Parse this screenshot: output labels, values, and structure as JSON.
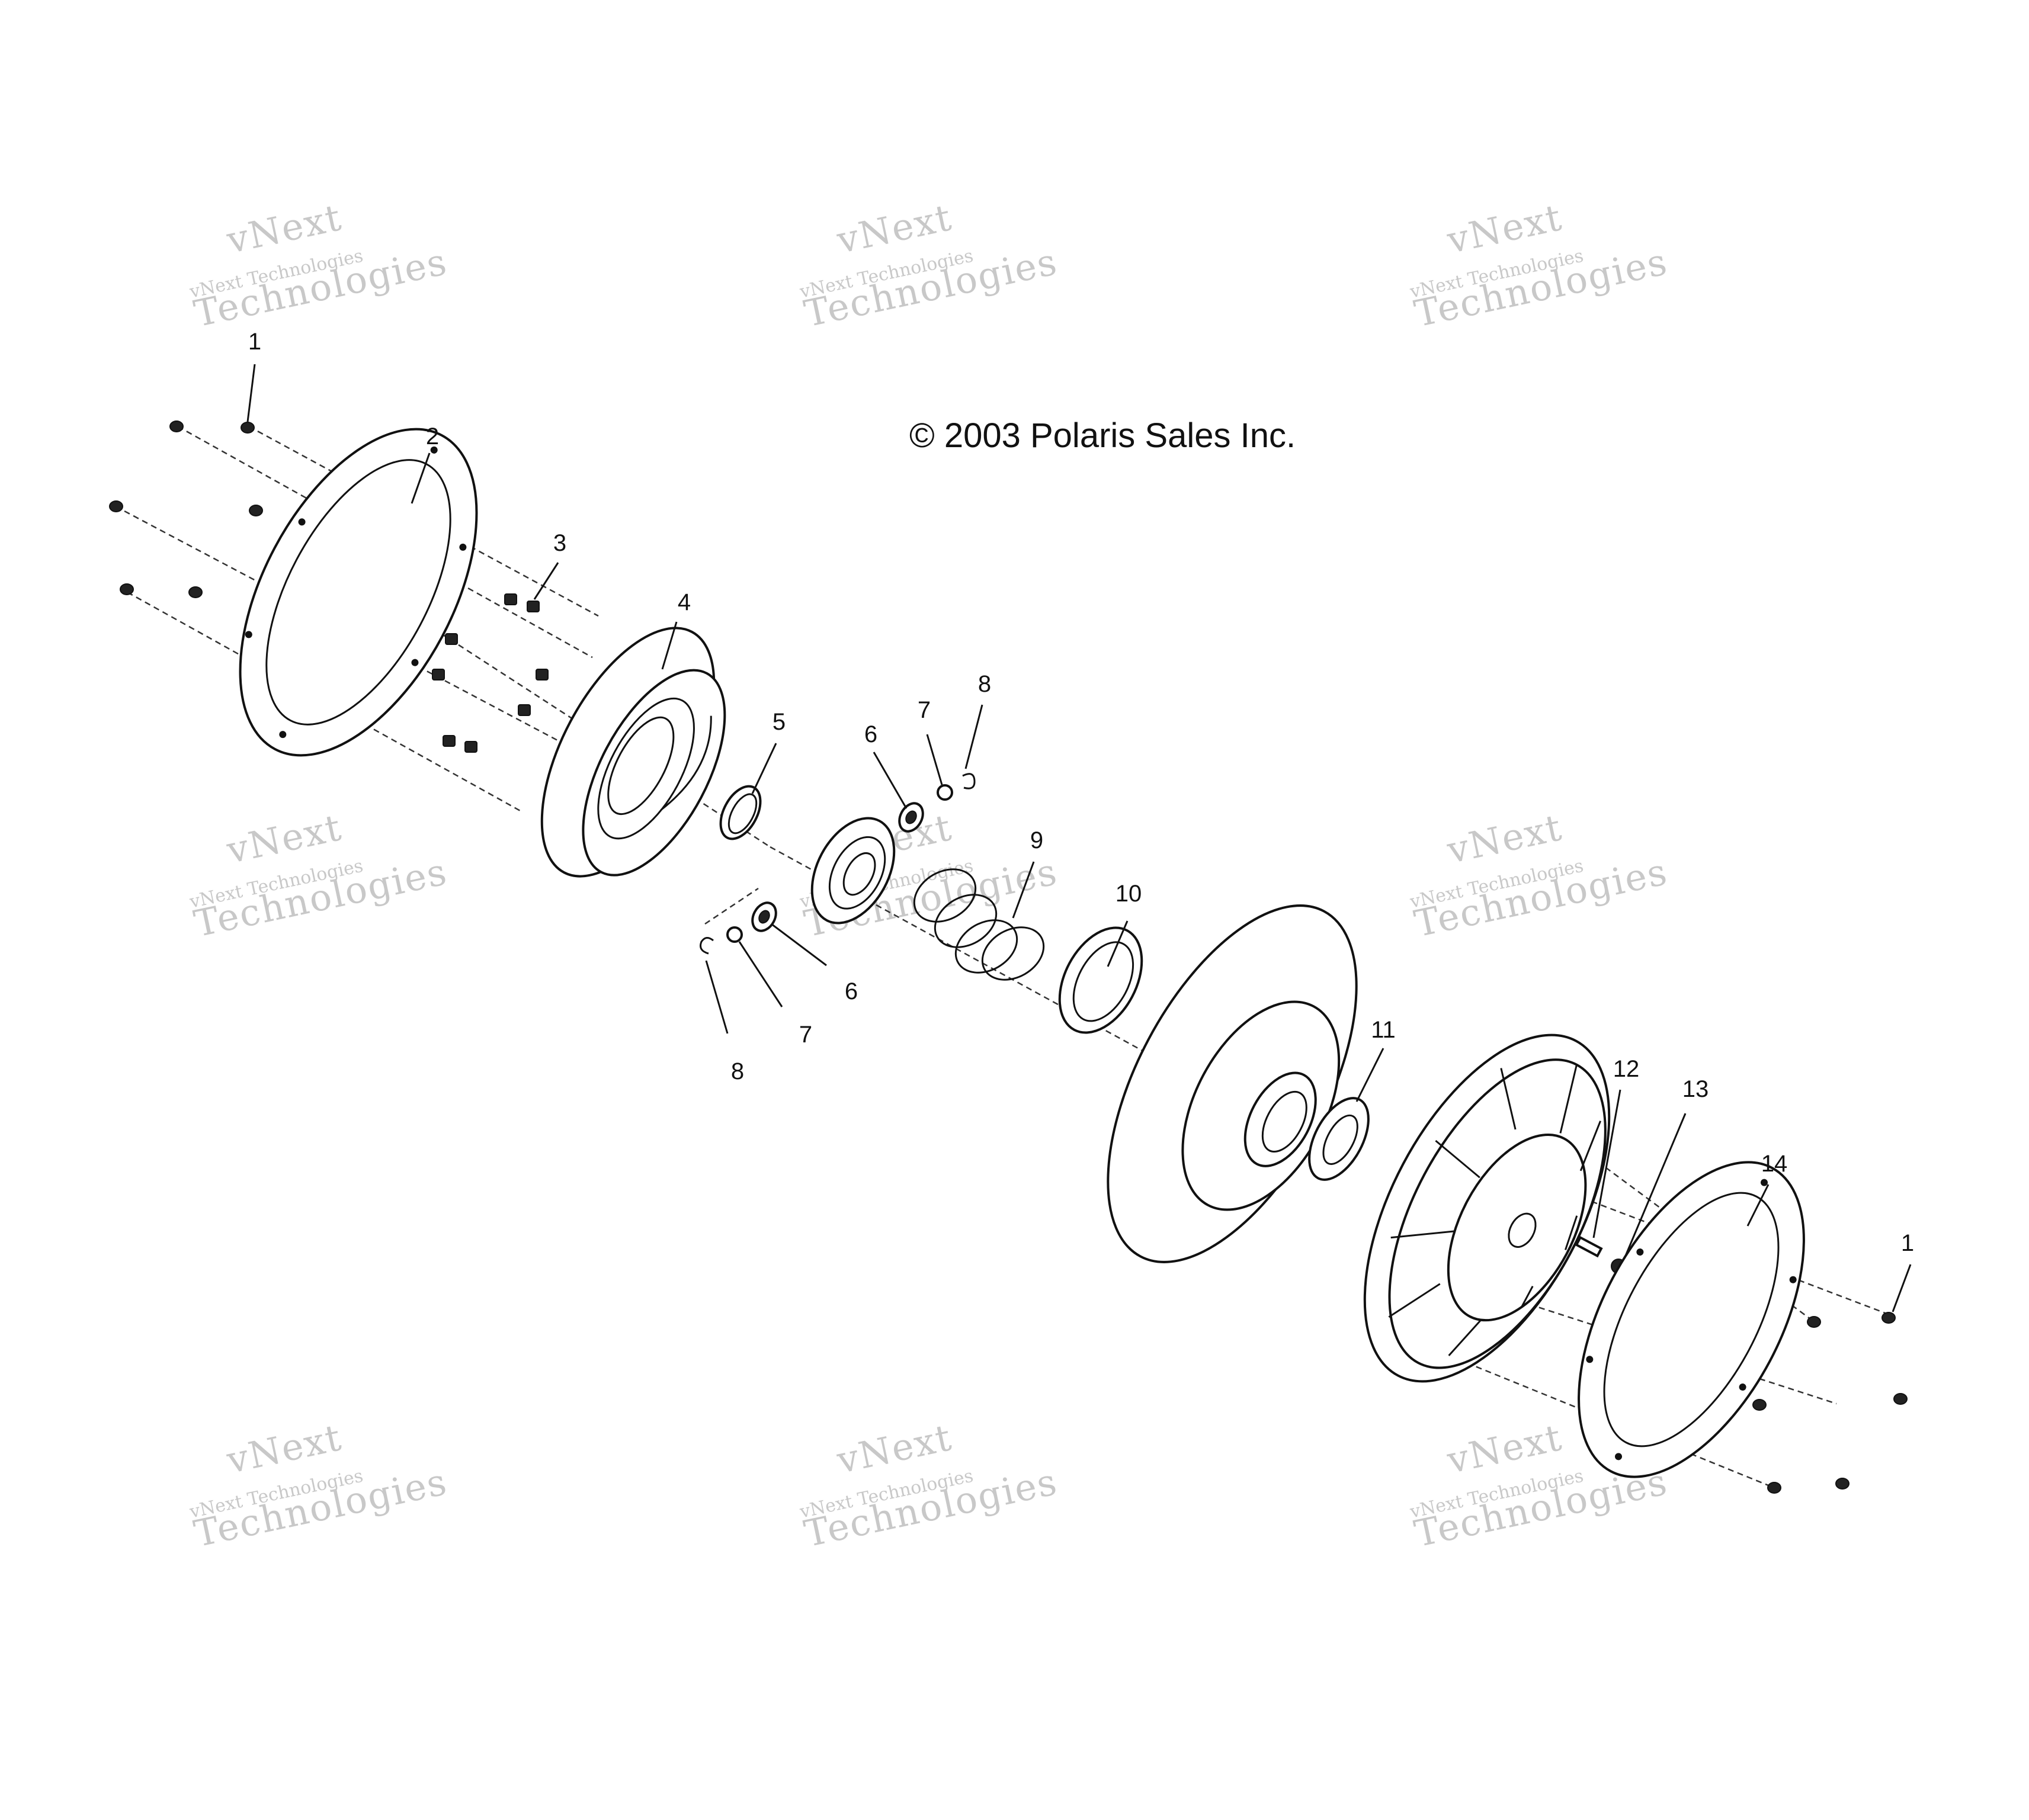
{
  "diagram": {
    "copyright": "© 2003 Polaris Sales Inc.",
    "watermark": {
      "line1": "vNext",
      "line2": "vNext Technologies",
      "line3": "Technologies"
    },
    "callouts": [
      {
        "id": "1",
        "label": "1"
      },
      {
        "id": "2",
        "label": "2"
      },
      {
        "id": "3",
        "label": "3"
      },
      {
        "id": "4",
        "label": "4"
      },
      {
        "id": "5",
        "label": "5"
      },
      {
        "id": "6a",
        "label": "6"
      },
      {
        "id": "6b",
        "label": "6"
      },
      {
        "id": "7a",
        "label": "7"
      },
      {
        "id": "7b",
        "label": "7"
      },
      {
        "id": "8a",
        "label": "8"
      },
      {
        "id": "8b",
        "label": "8"
      },
      {
        "id": "9",
        "label": "9"
      },
      {
        "id": "10",
        "label": "10"
      },
      {
        "id": "11",
        "label": "11"
      },
      {
        "id": "12",
        "label": "12"
      },
      {
        "id": "13",
        "label": "13"
      },
      {
        "id": "14",
        "label": "14"
      },
      {
        "id": "1b",
        "label": "1"
      }
    ]
  }
}
